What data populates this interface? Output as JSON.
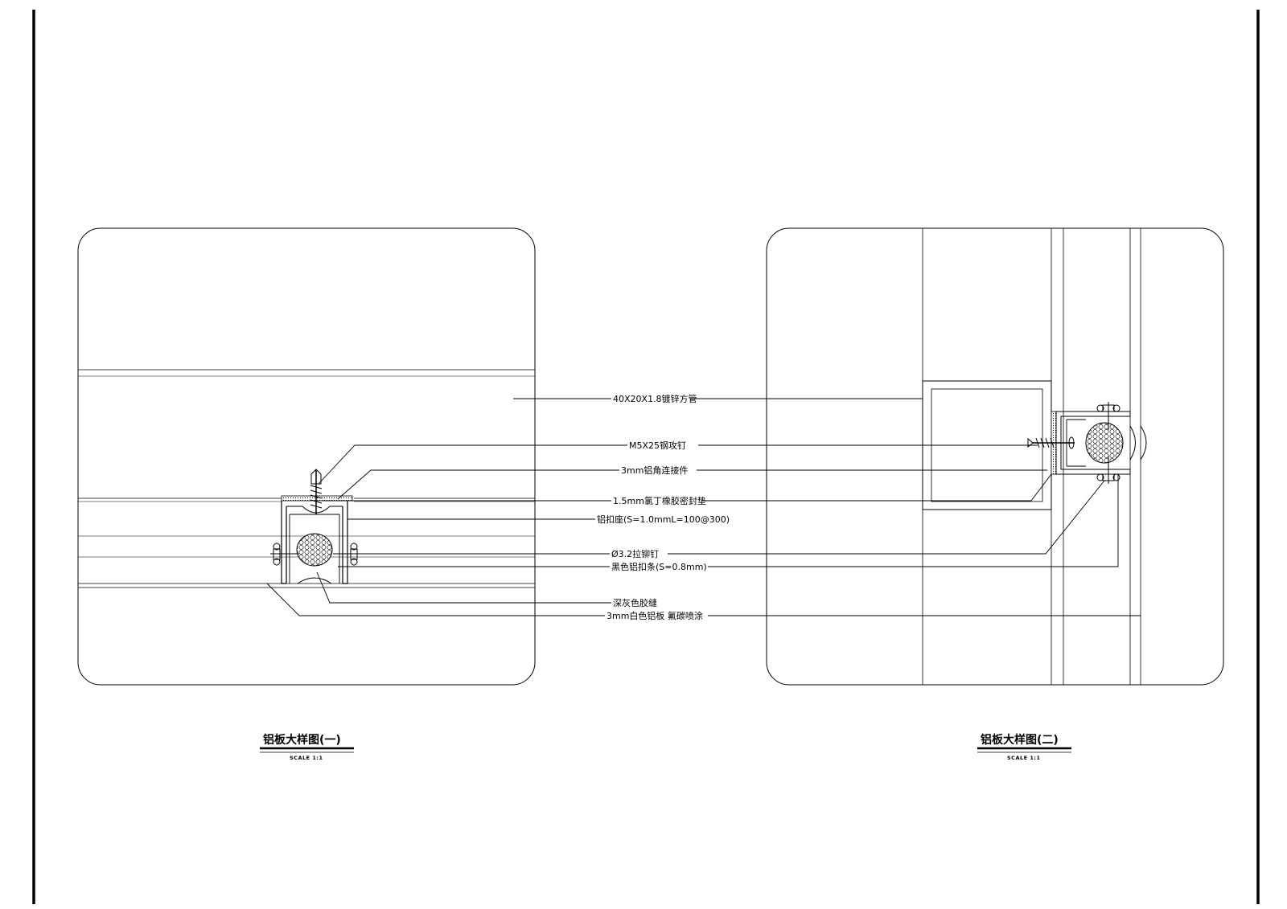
{
  "callouts": {
    "tube": "40X20X1.8镀锌方管",
    "screw": "M5X25钢攻钉",
    "angle": "3mm铝角连接件",
    "gasket": "1.5mm氯丁橡胶密封垫",
    "base": "铝扣座(S=1.0mmL=100@300)",
    "rivet": "Ø3.2拉铆钉",
    "strip": "黑色铝扣条(S=0.8mm)",
    "sealant": "深灰色胶缝",
    "panel": "3mm白色铝板  氟碳喷涂"
  },
  "details": [
    {
      "title": "铝板大样图(一)",
      "scale": "SCALE  1:1"
    },
    {
      "title": "铝板大样图(二)",
      "scale": "SCALE  1:1"
    }
  ]
}
